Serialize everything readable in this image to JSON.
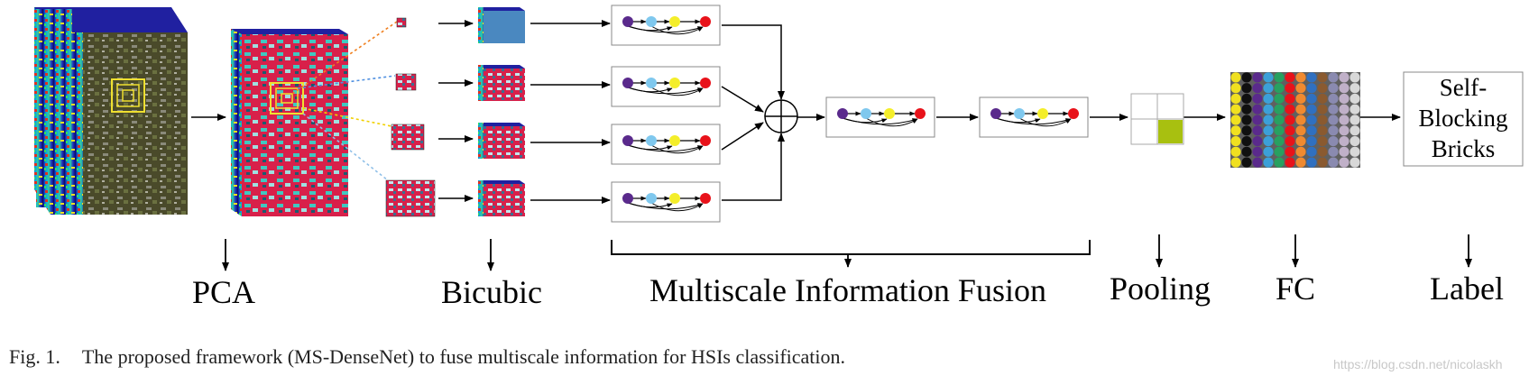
{
  "labels": {
    "pca": "PCA",
    "bicubic": "Bicubic",
    "fusion": "Multiscale Information Fusion",
    "pooling": "Pooling",
    "fc": "FC",
    "label": "Label"
  },
  "self_blocking": [
    "Self-",
    "Blocking",
    "Bricks"
  ],
  "caption": {
    "fig": "Fig. 1.",
    "text": "The proposed framework (MS-DenseNet) to fuse multiscale information for HSIs classification."
  },
  "watermark": "https://blog.csdn.net/nicolaskh",
  "colors": {
    "node_purple": "#5a2a8c",
    "node_blue": "#7fc8ee",
    "node_yellow": "#f4ee2a",
    "node_red": "#e8121a",
    "pool_highlight": "#a8c010",
    "link_orange": "#f08020",
    "link_blue": "#5090e0",
    "link_yellow": "#f0d000",
    "link_lightblue": "#90c0e8"
  },
  "fc_columns": [
    "#f0e020",
    "#101010",
    "#5a2a8c",
    "#3ca0d8",
    "#28a060",
    "#e8121a",
    "#f08a30",
    "#3070c0",
    "#8a5a30",
    "#8a8ab0",
    "#c0b0c8",
    "#d8d8d8"
  ]
}
